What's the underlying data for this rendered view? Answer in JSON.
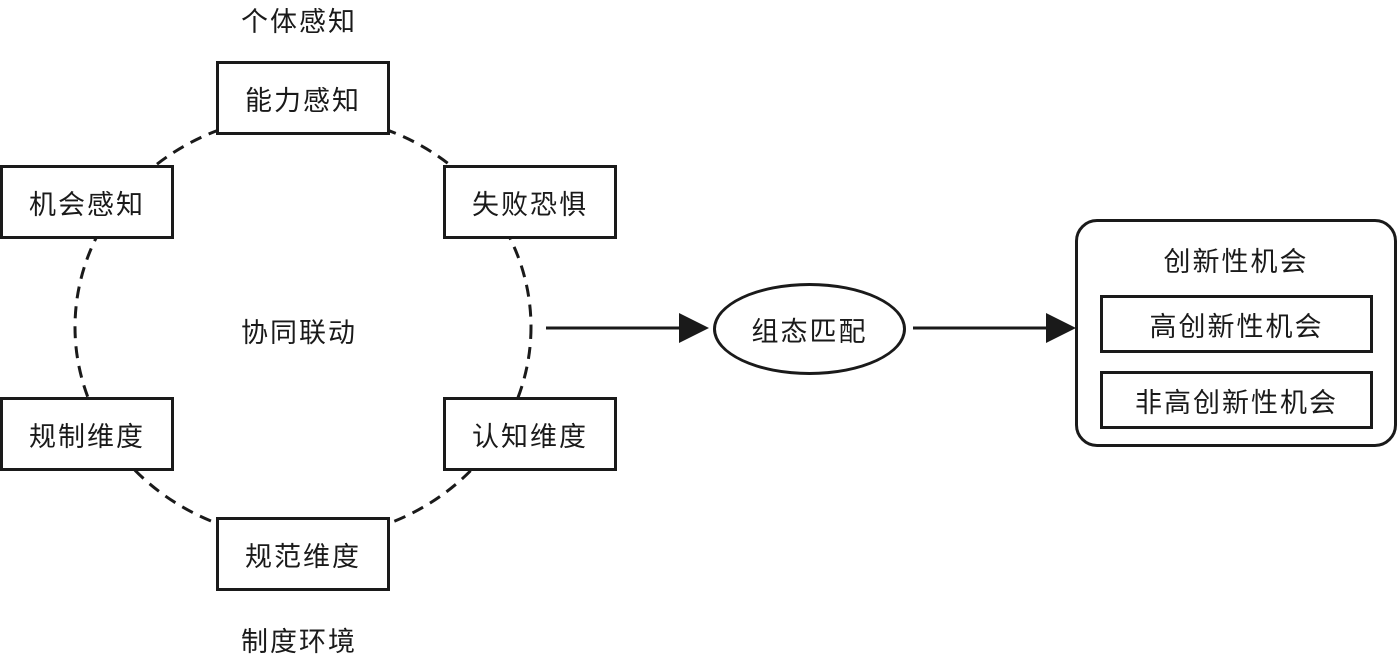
{
  "top_group_label": "个体感知",
  "bottom_group_label": "制度环境",
  "center_label": "协同联动",
  "nodes": {
    "ability": "能力感知",
    "opportunity": "机会感知",
    "fear": "失败恐惧",
    "regulative": "规制维度",
    "cognitive": "认知维度",
    "normative": "规范维度"
  },
  "process_node": "组态匹配",
  "outcome": {
    "title": "创新性机会",
    "items": [
      "高创新性机会",
      "非高创新性机会"
    ]
  }
}
